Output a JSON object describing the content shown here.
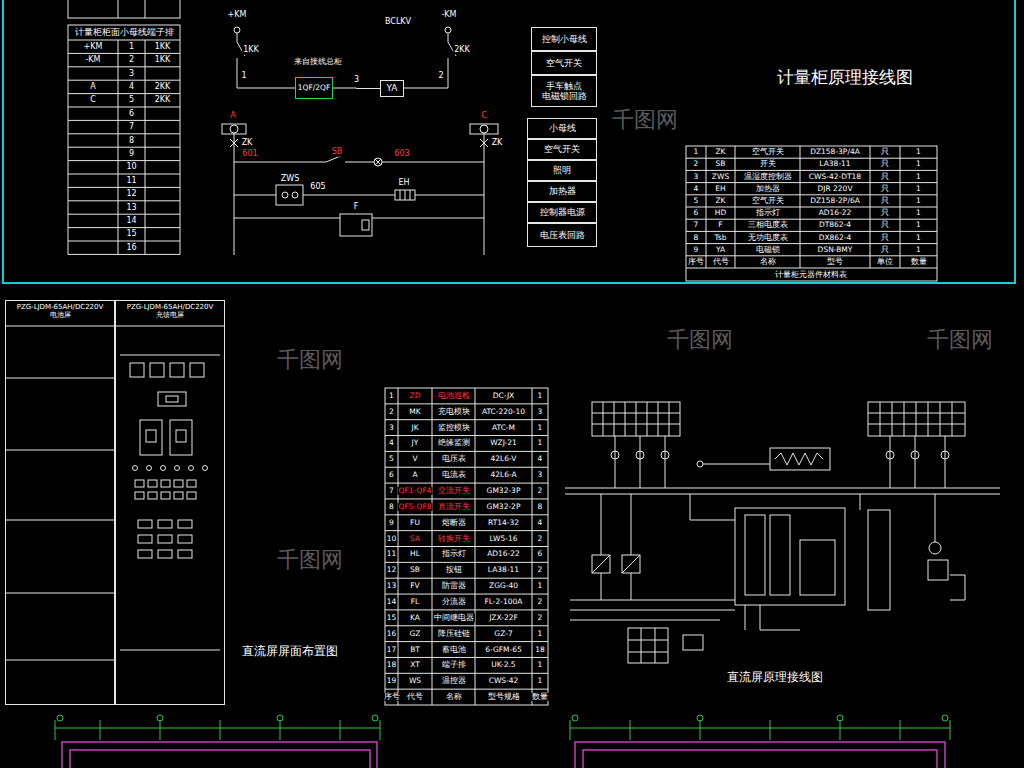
{
  "diagram": {
    "title": "计量柜原理接线图",
    "nodes": [
      {
        "text": [
          "控制小母线"
        ]
      },
      {
        "text": [
          "空气开关"
        ]
      },
      {
        "text": [
          "手车触点 电磁锁回路"
        ]
      },
      {
        "text": [
          "小母线"
        ]
      },
      {
        "text": [
          "空气开关"
        ]
      },
      {
        "text": [
          "照明"
        ]
      },
      {
        "text": [
          "加热器"
        ]
      },
      {
        "text": [
          "控制器电源"
        ]
      },
      {
        "text": [
          "电压表回路"
        ]
      },
      {
        "text": [
          "1QF/2QF"
        ]
      },
      {
        "text": [
          "YA"
        ]
      },
      {
        "text": [
          "PZG-LJDM-65AH/DC220V",
          "电池屏"
        ]
      },
      {
        "text": [
          "PZG-LJDM-65AH/DC220V",
          "充馈电屏"
        ]
      }
    ],
    "edges": [
      {
        "from": 9,
        "to": 10,
        "arrow": "none",
        "label": "3"
      }
    ],
    "labels": [
      "计量柜柜面小母线端子排",
      "1",
      "2",
      "3",
      "4",
      "5",
      "6",
      "7",
      "8",
      "9",
      "10",
      "11",
      "12",
      "13",
      "14",
      "15",
      "16",
      "+KM",
      "-KM",
      "A",
      "C",
      "1KK",
      "1KK",
      "2KK",
      "2KK",
      "BCLKV",
      "+KM",
      "-KM",
      "1KK",
      "2KK",
      "1",
      "2",
      "来自接线总柜",
      "A",
      "C",
      "ZK",
      "ZK",
      "601",
      "SB",
      "603",
      "ZWS",
      "605",
      "EH",
      "F",
      "1",
      "ZK",
      "空气开关",
      "DZ158-3P/4A",
      "只",
      "1",
      "2",
      "SB",
      "开关",
      "LA38-11",
      "只",
      "1",
      "3",
      "ZWS",
      "温湿度控制器",
      "CWS-42-DT18",
      "只",
      "1",
      "4",
      "EH",
      "加热器",
      "DJR 220V",
      "只",
      "1",
      "5",
      "ZK",
      "空气开关",
      "DZ158-2P/6A",
      "只",
      "1",
      "6",
      "HD",
      "指示灯",
      "AD16-22",
      "只",
      "1",
      "7",
      "F",
      "三相电度表",
      "DT862-4",
      "只",
      "1",
      "8",
      "Tsb",
      "无功电度表",
      "DX862-4",
      "只",
      "1",
      "9",
      "YA",
      "电磁锁",
      "DSN-BMY",
      "只",
      "1",
      "序号",
      "代号",
      "名称",
      "型号",
      "单位",
      "数量",
      "计量柜元器件材料表",
      "直流屏屏面布置图",
      "直流屏原理接线图",
      "1",
      "ZD",
      "电池巡检",
      "DC-JX",
      "1",
      "2",
      "MK",
      "充电模块",
      "ATC-220-10",
      "3",
      "3",
      "JK",
      "监控模块",
      "ATC-M",
      "1",
      "4",
      "JY",
      "绝缘监测",
      "WZJ-21",
      "1",
      "5",
      "V",
      "电压表",
      "42L6-V",
      "4",
      "6",
      "A",
      "电流表",
      "42L6-A",
      "3",
      "7",
      "QF1-QF4",
      "交流开关",
      "GM32-3P",
      "2",
      "8",
      "QF5-QF8",
      "直流开关",
      "GM32-2P",
      "8",
      "9",
      "FU",
      "熔断器",
      "RT14-32",
      "4",
      "10",
      "SA",
      "转换开关",
      "LW5-16",
      "2",
      "11",
      "HL",
      "指示灯",
      "AD16-22",
      "6",
      "12",
      "SB",
      "按钮",
      "LA38-11",
      "2",
      "13",
      "FV",
      "防雷器",
      "ZGG-40",
      "1",
      "14",
      "FL",
      "分流器",
      "FL-2-100A",
      "2",
      "15",
      "KA",
      "中间继电器",
      "JZX-22F",
      "2",
      "16",
      "GZ",
      "降压硅链",
      "GZ-7",
      "1",
      "17",
      "BT",
      "蓄电池",
      "6-GFM-65",
      "18",
      "18",
      "XT",
      "端子排",
      "UK-2.5",
      "1",
      "19",
      "WS",
      "温控器",
      "CWS-42",
      "1",
      "序号",
      "代号",
      "名称",
      "型号规格",
      "数量",
      "千图网",
      "千图网",
      "千图网",
      "千图网",
      "千图网"
    ]
  }
}
